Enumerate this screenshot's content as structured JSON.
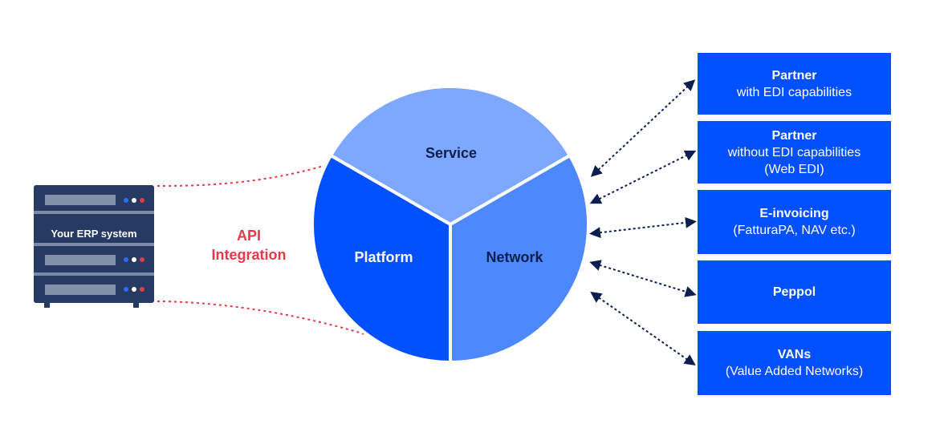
{
  "erp": {
    "label": "Your ERP system"
  },
  "api": {
    "line1": "API",
    "line2": "Integration"
  },
  "circle": {
    "service": "Service",
    "platform": "Platform",
    "network": "Network"
  },
  "partners": [
    {
      "title": "Partner",
      "lines": [
        "with EDI capabilities"
      ]
    },
    {
      "title": "Partner",
      "lines": [
        "without EDI capabilities",
        "(Web EDI)"
      ]
    },
    {
      "title": "E-invoicing",
      "lines": [
        "(FatturaPA, NAV etc.)"
      ]
    },
    {
      "title": "Peppol",
      "lines": []
    },
    {
      "title": "VANs",
      "lines": [
        "(Value Added Networks)"
      ]
    }
  ],
  "colors": {
    "service": "#7ea8ff",
    "network": "#4e88ff",
    "platform": "#0250ff",
    "box": "#0250ff",
    "api": "#e8394a",
    "server": "#263a63",
    "navy_text": "#0d1f4e"
  }
}
